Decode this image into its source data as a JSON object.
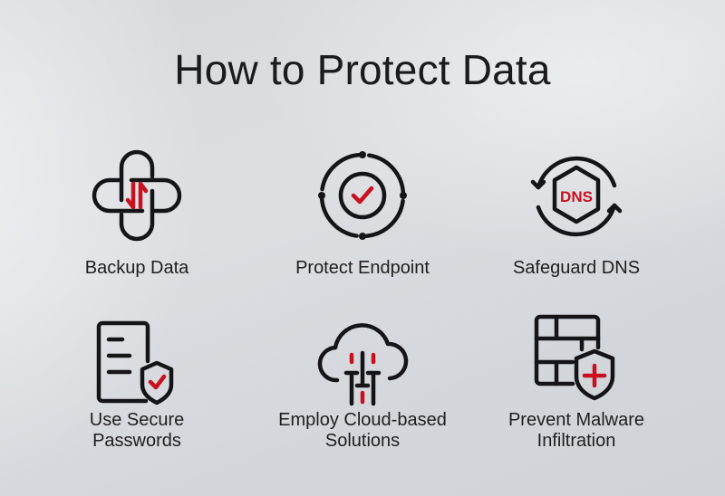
{
  "title": "How to Protect Data",
  "colors": {
    "icon_stroke": "#151518",
    "accent_red": "#c8101e",
    "text": "#1e1e20",
    "background": "#d8dade"
  },
  "items": [
    {
      "label": "Backup Data",
      "icon": "backup-cloud-arrows-icon"
    },
    {
      "label": "Protect Endpoint",
      "icon": "endpoint-target-check-icon"
    },
    {
      "label": "Safeguard DNS",
      "icon": "dns-hexagon-refresh-icon",
      "icon_text": "DNS"
    },
    {
      "label_line1": "Use Secure",
      "label_line2": "Passwords",
      "icon": "document-shield-check-icon"
    },
    {
      "label_line1": "Employ Cloud-based",
      "label_line2": "Solutions",
      "icon": "cloud-sliders-icon"
    },
    {
      "label_line1": "Prevent Malware",
      "label_line2": "Infiltration",
      "icon": "firewall-shield-plus-icon"
    }
  ]
}
